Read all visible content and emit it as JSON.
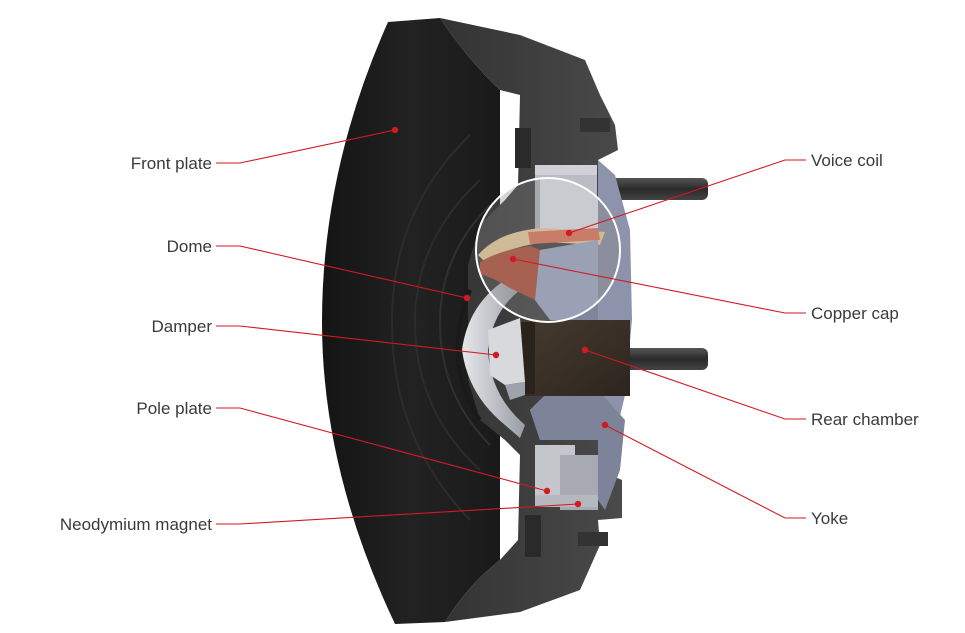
{
  "labels": {
    "front_plate": "Front plate",
    "dome": "Dome",
    "damper": "Damper",
    "pole_plate": "Pole plate",
    "neodymium_magnet": "Neodymium magnet",
    "voice_coil": "Voice coil",
    "copper_cap": "Copper cap",
    "rear_chamber": "Rear chamber",
    "yoke": "Yoke"
  },
  "colors": {
    "leader": "#d11a22",
    "label_text": "#3a3a3a",
    "housing": "#1c1c1c",
    "frame": "#3f3f3f",
    "metal_light": "#b9bcc4",
    "metal_blue": "#8c93aa",
    "rear_chamber": "#3b3128",
    "copper": "#9b4c3a"
  }
}
